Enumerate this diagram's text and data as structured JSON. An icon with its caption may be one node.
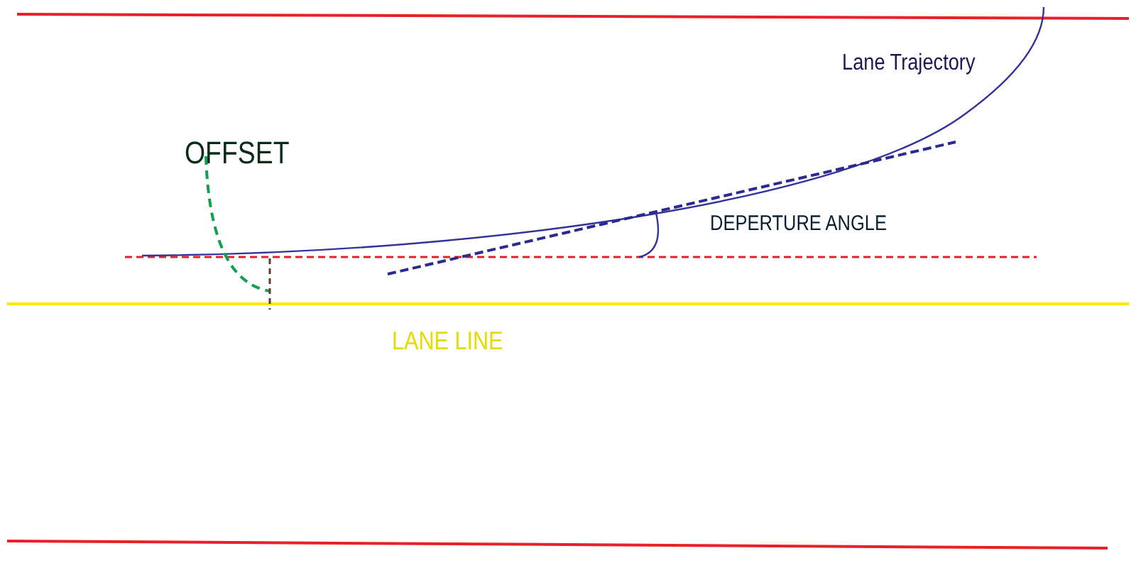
{
  "diagram": {
    "labels": [
      "OFFSET",
      "Lane Trajectory",
      "DEPERTURE ANGLE",
      "LANE LINE"
    ]
  }
}
